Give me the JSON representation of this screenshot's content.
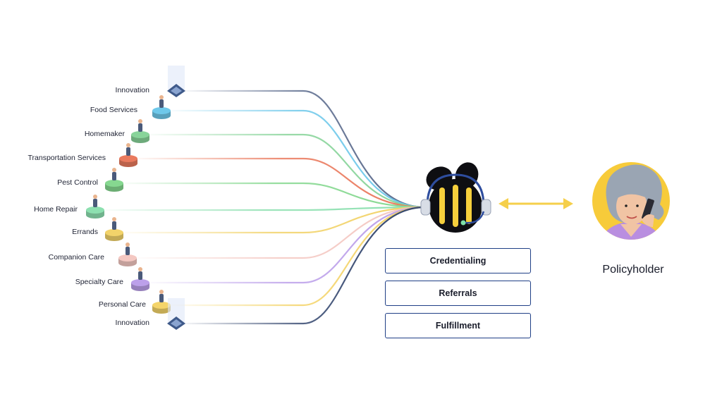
{
  "services": [
    {
      "label": "Innovation",
      "color": "#5a6a8c",
      "icon": "glowing-tile-icon"
    },
    {
      "label": "Food Services",
      "color": "#6ec8ea",
      "icon": "food-delivery-icon"
    },
    {
      "label": "Homemaker",
      "color": "#88d49a",
      "icon": "homemaker-person-icon"
    },
    {
      "label": "Transportation Services",
      "color": "#ea7a5e",
      "icon": "car-icon"
    },
    {
      "label": "Pest Control",
      "color": "#86d890",
      "icon": "pest-control-worker-icon"
    },
    {
      "label": "Home Repair",
      "color": "#8de0b0",
      "icon": "repair-worker-icon"
    },
    {
      "label": "Errands",
      "color": "#f2d36a",
      "icon": "errand-bag-icon"
    },
    {
      "label": "Companion Care",
      "color": "#f4c8c2",
      "icon": "companion-bicycle-icon"
    },
    {
      "label": "Specialty Care",
      "color": "#bca0ea",
      "icon": "specialty-care-people-icon"
    },
    {
      "label": "Personal Care",
      "color": "#f4d46a",
      "icon": "personal-care-wheelchair-icon"
    },
    {
      "label": "Innovation",
      "color": "#33466e",
      "icon": "glowing-tile-icon"
    }
  ],
  "capabilities": [
    "Credentialing",
    "Referrals",
    "Fulfillment"
  ],
  "hub": {
    "icon": "bee-with-headset-icon"
  },
  "connector": {
    "icon": "double-arrow-icon",
    "color": "#f5cf4a"
  },
  "policyholder": {
    "label": "Policyholder",
    "icon": "woman-on-phone-avatar-icon"
  }
}
